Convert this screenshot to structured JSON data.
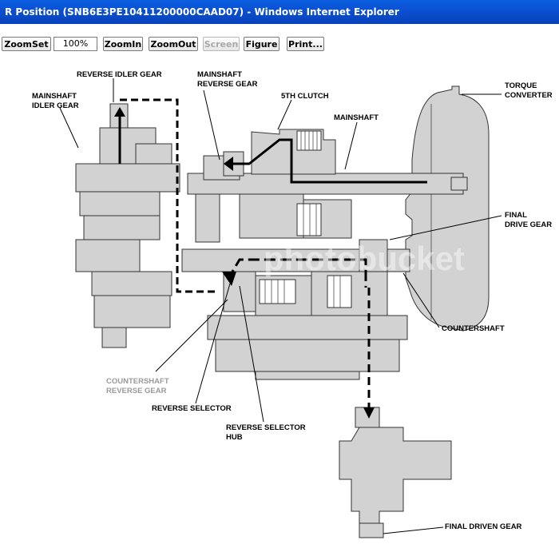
{
  "window": {
    "title": "R Position (SNB6E3PE10411200000CAAD07) - Windows Internet Explorer"
  },
  "toolbar": {
    "zoomset_label": "ZoomSet",
    "zoom_value": "100%",
    "zoomin_label": "ZoomIn",
    "zoomout_label": "ZoomOut",
    "screen_label": "Screen",
    "figure_label": "Figure",
    "print_label": "Print..."
  },
  "diagram": {
    "labels": {
      "reverse_idler_gear": "REVERSE IDLER GEAR",
      "mainshaft_idler_gear_1": "MAINSHAFT",
      "mainshaft_idler_gear_2": "IDLER GEAR",
      "mainshaft_reverse_gear_1": "MAINSHAFT",
      "mainshaft_reverse_gear_2": "REVERSE GEAR",
      "fifth_clutch": "5TH CLUTCH",
      "mainshaft": "MAINSHAFT",
      "torque_converter_1": "TORQUE",
      "torque_converter_2": "CONVERTER",
      "final_drive_gear_1": "FINAL",
      "final_drive_gear_2": "DRIVE GEAR",
      "countershaft": "COUNTERSHAFT",
      "countershaft_reverse_gear_1": "COUNTERSHAFT",
      "countershaft_reverse_gear_2": "REVERSE GEAR",
      "reverse_selector": "REVERSE SELECTOR",
      "reverse_selector_hub_1": "REVERSE SELECTOR",
      "reverse_selector_hub_2": "HUB",
      "final_driven_gear": "FINAL DRIVEN GEAR"
    },
    "watermark": "photobucket"
  },
  "colors": {
    "titlebar": "#0b4fd1",
    "part_fill": "#d2d2d2",
    "power_flow": "#000000"
  }
}
